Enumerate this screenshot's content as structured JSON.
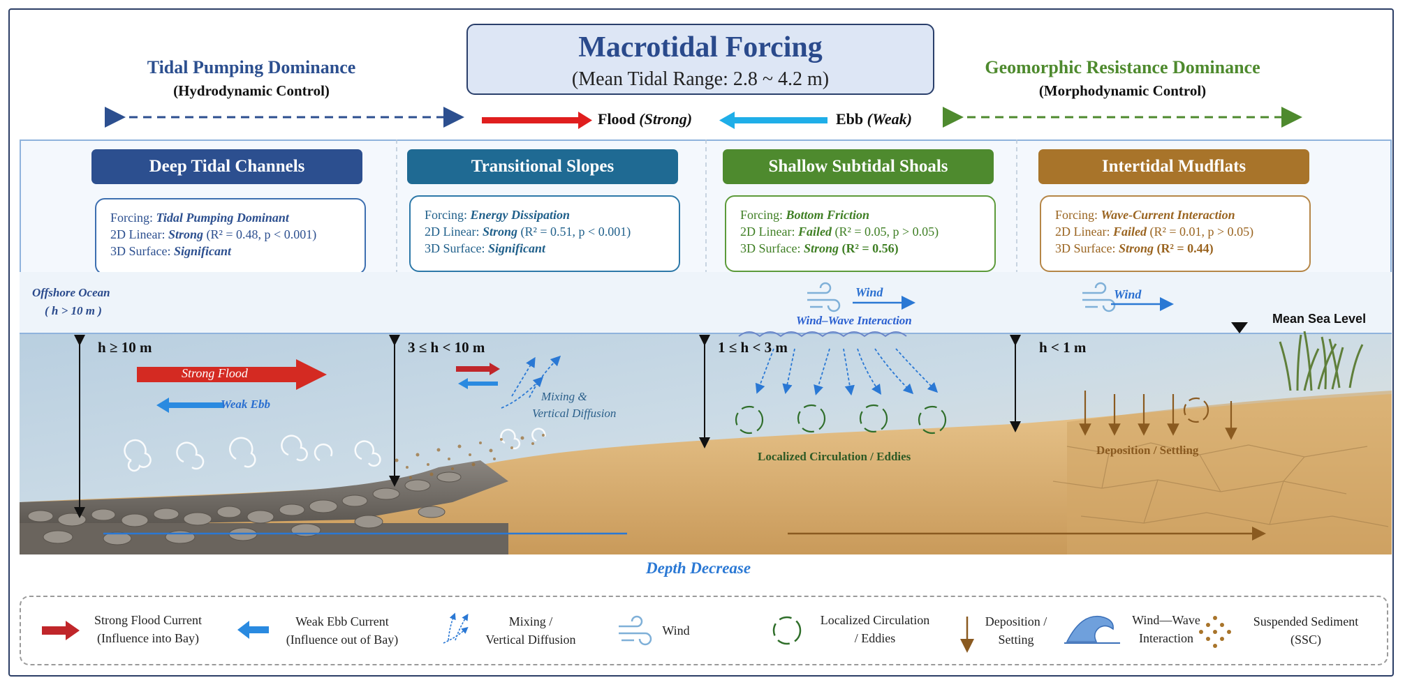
{
  "header": {
    "title": "Macrotidal Forcing",
    "subtitle": "(Mean Tidal Range: 2.8 ~ 4.2 m)",
    "left_dominance": "Tidal Pumping Dominance",
    "left_control": "(Hydrodynamic Control)",
    "right_dominance": "Geomorphic Resistance Dominance",
    "right_control": "(Morphodynamic Control)",
    "flood_label": "Flood",
    "flood_strength": "(Strong)",
    "ebb_label": "Ebb",
    "ebb_strength": "(Weak)"
  },
  "zones": [
    {
      "name": "Deep Tidal Channels",
      "color": "#2c4f8f",
      "text_color": "#2c4f8f",
      "forcing_label": "Forcing:",
      "forcing_value": "Tidal Pumping Dominant",
      "linear_label": "2D Linear:",
      "linear_value": "Strong",
      "linear_stats": "(R² = 0.48, p < 0.001)",
      "surface_label": "3D Surface:",
      "surface_value": "Significant",
      "depth": "h ≥ 10 m"
    },
    {
      "name": "Transitional Slopes",
      "color": "#1f6a93",
      "text_color": "#1f5f8a",
      "forcing_label": "Forcing:",
      "forcing_value": "Energy Dissipation",
      "linear_label": "2D Linear:",
      "linear_value": "Strong",
      "linear_stats": "(R² = 0.51, p < 0.001)",
      "surface_label": "3D Surface:",
      "surface_value": "Significant",
      "depth": "3 ≤ h < 10 m"
    },
    {
      "name": "Shallow Subtidal Shoals",
      "color": "#4e8a2e",
      "text_color": "#3f7f24",
      "forcing_label": "Forcing:",
      "forcing_value": "Bottom Friction",
      "linear_label": "2D Linear:",
      "linear_value": "Failed",
      "linear_stats": "(R² = 0.05, p > 0.05)",
      "surface_label": "3D Surface:",
      "surface_value": "Strong",
      "surface_stats": "(R² = 0.56)",
      "depth": "1 ≤ h < 3 m"
    },
    {
      "name": "Intertidal Mudflats",
      "color": "#a8742a",
      "text_color": "#9a6420",
      "forcing_label": "Forcing:",
      "forcing_value": "Wave-Current Interaction",
      "linear_label": "2D Linear:",
      "linear_value": "Failed",
      "linear_stats": "(R² = 0.01, p > 0.05)",
      "surface_label": "3D Surface:",
      "surface_value": "Strong",
      "surface_stats": "(R² = 0.44)",
      "depth": "h < 1 m"
    }
  ],
  "scene": {
    "offshore": "Offshore Ocean",
    "offshore_depth": "( h > 10 m )",
    "wind_1": "Wind",
    "wind_2": "Wind",
    "wind_wave": "Wind–Wave Interaction",
    "mean_sea_level": "Mean Sea Level",
    "strong_flood": "Strong Flood",
    "weak_ebb": "Weak Ebb",
    "mixing_1": "Mixing &",
    "mixing_2": "Vertical Diffusion",
    "eddies": "Localized Circulation / Eddies",
    "deposition": "Deposition / Settling",
    "depth_decrease": "Depth Decrease"
  },
  "legend": {
    "flood_1": "Strong Flood Current",
    "flood_2": "(Influence into Bay)",
    "ebb_1": "Weak Ebb Current",
    "ebb_2": "(Influence out of Bay)",
    "mixing_1": "Mixing /",
    "mixing_2": "Vertical Diffusion",
    "wind": "Wind",
    "circ_1": "Localized Circulation",
    "circ_2": "/ Eddies",
    "dep_1": "Deposition /",
    "dep_2": "Setting",
    "ww_1": "Wind—Wave",
    "ww_2": "Interaction",
    "ssc_1": "Suspended Sediment",
    "ssc_2": "(SSC)"
  },
  "colors": {
    "flood": "#d42a22",
    "ebb": "#2a8ae0",
    "left_dom": "#2c4f8f",
    "right_dom": "#4e8a2e",
    "sediment": "#a8742a"
  }
}
